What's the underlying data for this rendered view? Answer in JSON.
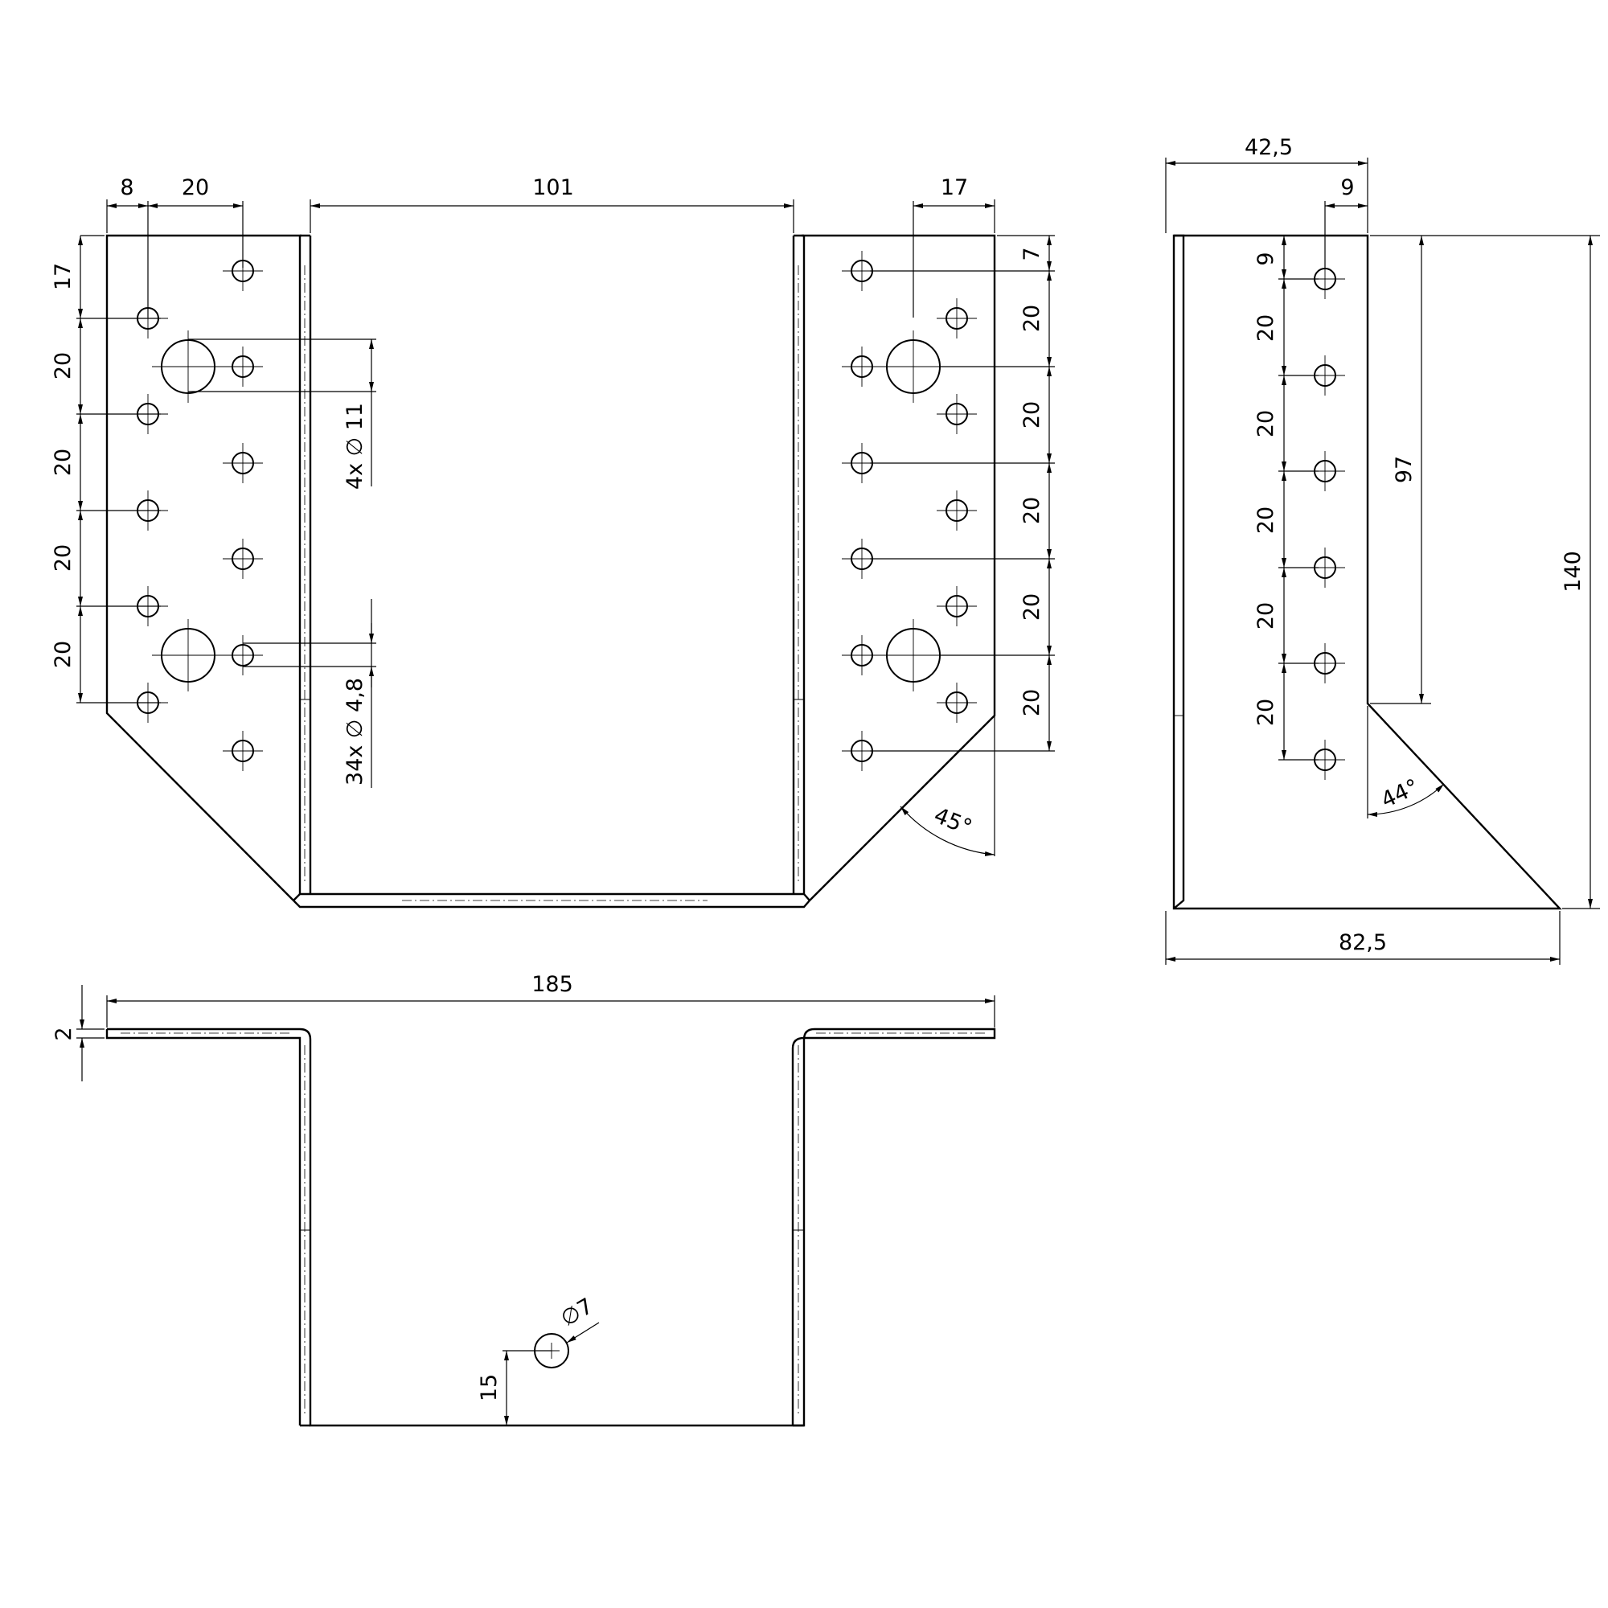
{
  "drawing": {
    "labels": {
      "d8": "8",
      "d20_top": "20",
      "d101": "101",
      "d17_top": "17",
      "d42_5": "42,5",
      "d9_top": "9",
      "d17_left": "17",
      "d20_l1": "20",
      "d20_l2": "20",
      "d20_l3": "20",
      "d20_l4": "20",
      "holes_big": "4x ∅ 11",
      "holes_small": "34x ∅ 4,8",
      "d7_right": "7",
      "d20_r1": "20",
      "d20_r2": "20",
      "d20_r3": "20",
      "d20_r4": "20",
      "d20_r5": "20",
      "angle45": "45°",
      "d9_side": "9",
      "d20_s1": "20",
      "d20_s2": "20",
      "d20_s3": "20",
      "d20_s4": "20",
      "d20_s5": "20",
      "d97": "97",
      "d140": "140",
      "angle44": "44°",
      "d82_5": "82,5",
      "d185": "185",
      "d2": "2",
      "hole7": "∅7",
      "d15": "15"
    }
  }
}
